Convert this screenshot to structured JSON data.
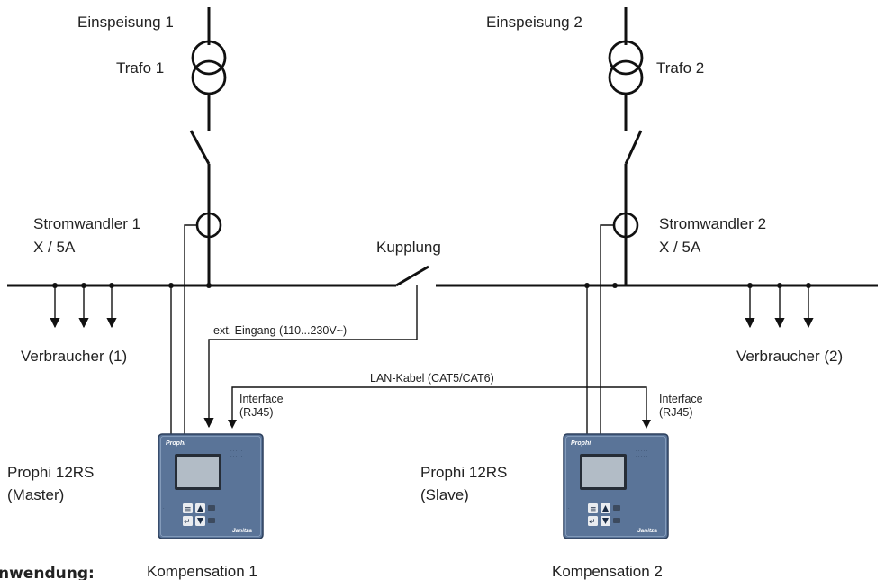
{
  "feeders": [
    {
      "label": "Einspeisung 1",
      "trafo": "Trafo 1",
      "ct": "Stromwandler 1",
      "ratio": "X / 5A"
    },
    {
      "label": "Einspeisung 2",
      "trafo": "Trafo 2",
      "ct": "Stromwandler 2",
      "ratio": "X / 5A"
    }
  ],
  "coupling": "Kupplung",
  "loads": [
    "Verbraucher (1)",
    "Verbraucher (2)"
  ],
  "ext_input": "ext. Eingang (110...230V~)",
  "lan": "LAN-Kabel (CAT5/CAT6)",
  "interface": {
    "title": "Interface",
    "port": "(RJ45)"
  },
  "controllers": [
    {
      "name": "Prophi 12RS",
      "role": "(Master)",
      "caption": "Kompensation 1"
    },
    {
      "name": "Prophi 12RS",
      "role": "(Slave)",
      "caption": "Kompensation 2"
    }
  ],
  "device": {
    "title": "Prophi",
    "brand": "Janitza"
  },
  "cut_heading": "nwendung:"
}
